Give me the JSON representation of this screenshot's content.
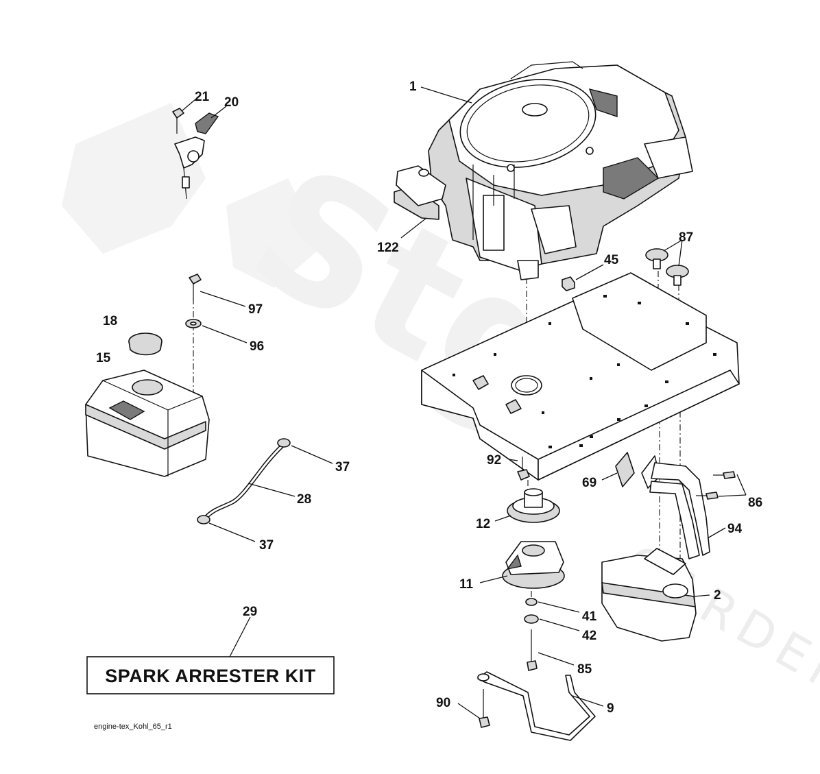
{
  "watermark": {
    "brand_text": "Stg",
    "sub_text": "GARDEN"
  },
  "callouts": [
    {
      "id": "1",
      "text": "1"
    },
    {
      "id": "21",
      "text": "21"
    },
    {
      "id": "20",
      "text": "20"
    },
    {
      "id": "122",
      "text": "122"
    },
    {
      "id": "45",
      "text": "45"
    },
    {
      "id": "87",
      "text": "87"
    },
    {
      "id": "97",
      "text": "97"
    },
    {
      "id": "18",
      "text": "18"
    },
    {
      "id": "96",
      "text": "96"
    },
    {
      "id": "15",
      "text": "15"
    },
    {
      "id": "37a",
      "text": "37"
    },
    {
      "id": "28",
      "text": "28"
    },
    {
      "id": "37b",
      "text": "37"
    },
    {
      "id": "92",
      "text": "92"
    },
    {
      "id": "69",
      "text": "69"
    },
    {
      "id": "86",
      "text": "86"
    },
    {
      "id": "12",
      "text": "12"
    },
    {
      "id": "94",
      "text": "94"
    },
    {
      "id": "11",
      "text": "11"
    },
    {
      "id": "2",
      "text": "2"
    },
    {
      "id": "41",
      "text": "41"
    },
    {
      "id": "42",
      "text": "42"
    },
    {
      "id": "29",
      "text": "29"
    },
    {
      "id": "85",
      "text": "85"
    },
    {
      "id": "90",
      "text": "90"
    },
    {
      "id": "9",
      "text": "9"
    }
  ],
  "kit_box": {
    "label": "SPARK ARRESTER KIT"
  },
  "file_name": "engine-tex_Kohl_65_r1"
}
